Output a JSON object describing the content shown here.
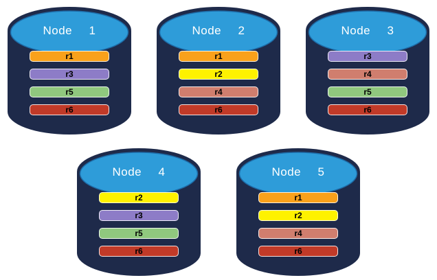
{
  "diagram": {
    "background": "#ffffff",
    "cylinder": {
      "body_color": "#1E2A4A",
      "top_color": "#2E9CD9",
      "top_stroke": "#1E6CA8",
      "title_color": "#ffffff"
    },
    "bar_text_color": "#000000",
    "replica_colors": {
      "r1": "#F9A11B",
      "r2": "#FEF200",
      "r3": "#8D7CC7",
      "r4": "#D07E6E",
      "r5": "#90C87E",
      "r6": "#C13A28"
    },
    "nodes": [
      {
        "id": "database-node-1",
        "title": "Node  1",
        "row": "top",
        "replicas": [
          "r1",
          "r3",
          "r5",
          "r6"
        ]
      },
      {
        "id": "database-node-2",
        "title": "Node  2",
        "row": "top",
        "replicas": [
          "r1",
          "r2",
          "r4",
          "r6"
        ]
      },
      {
        "id": "database-node-3",
        "title": "Node  3",
        "row": "top",
        "replicas": [
          "r3",
          "r4",
          "r5",
          "r6"
        ]
      },
      {
        "id": "database-node-4",
        "title": "Node  4",
        "row": "bottom",
        "replicas": [
          "r2",
          "r3",
          "r5",
          "r6"
        ]
      },
      {
        "id": "database-node-5",
        "title": "Node  5",
        "row": "bottom",
        "replicas": [
          "r1",
          "r2",
          "r4",
          "r6"
        ]
      }
    ]
  }
}
